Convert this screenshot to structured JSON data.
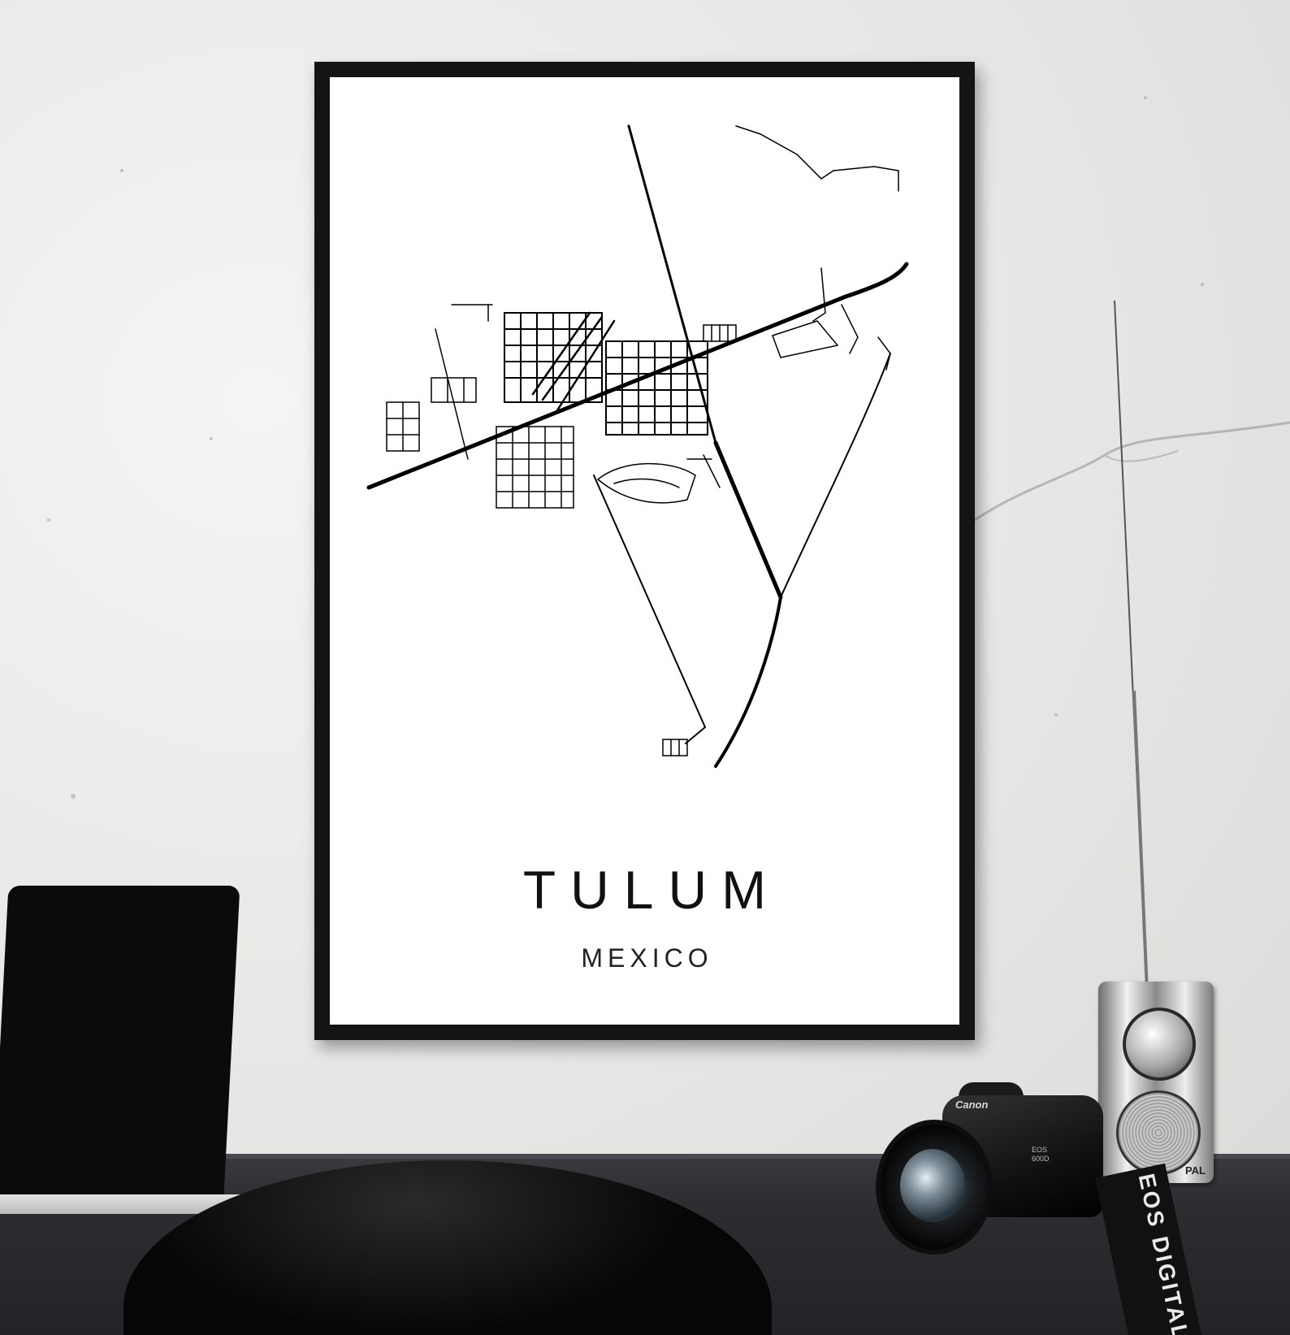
{
  "poster": {
    "city": "TULUM",
    "country": "MEXICO"
  },
  "camera": {
    "brand": "Canon",
    "model": "EOS 600D",
    "strap_text": "EOS DIGITAL"
  },
  "radio": {
    "label": "PAL"
  },
  "colors": {
    "frame": "#141414",
    "poster_background": "#ffffff",
    "map_lines": "#000000",
    "wall": "#e6e6e4",
    "desk": "#2c2d31",
    "strap_accent": "#c7232b"
  }
}
